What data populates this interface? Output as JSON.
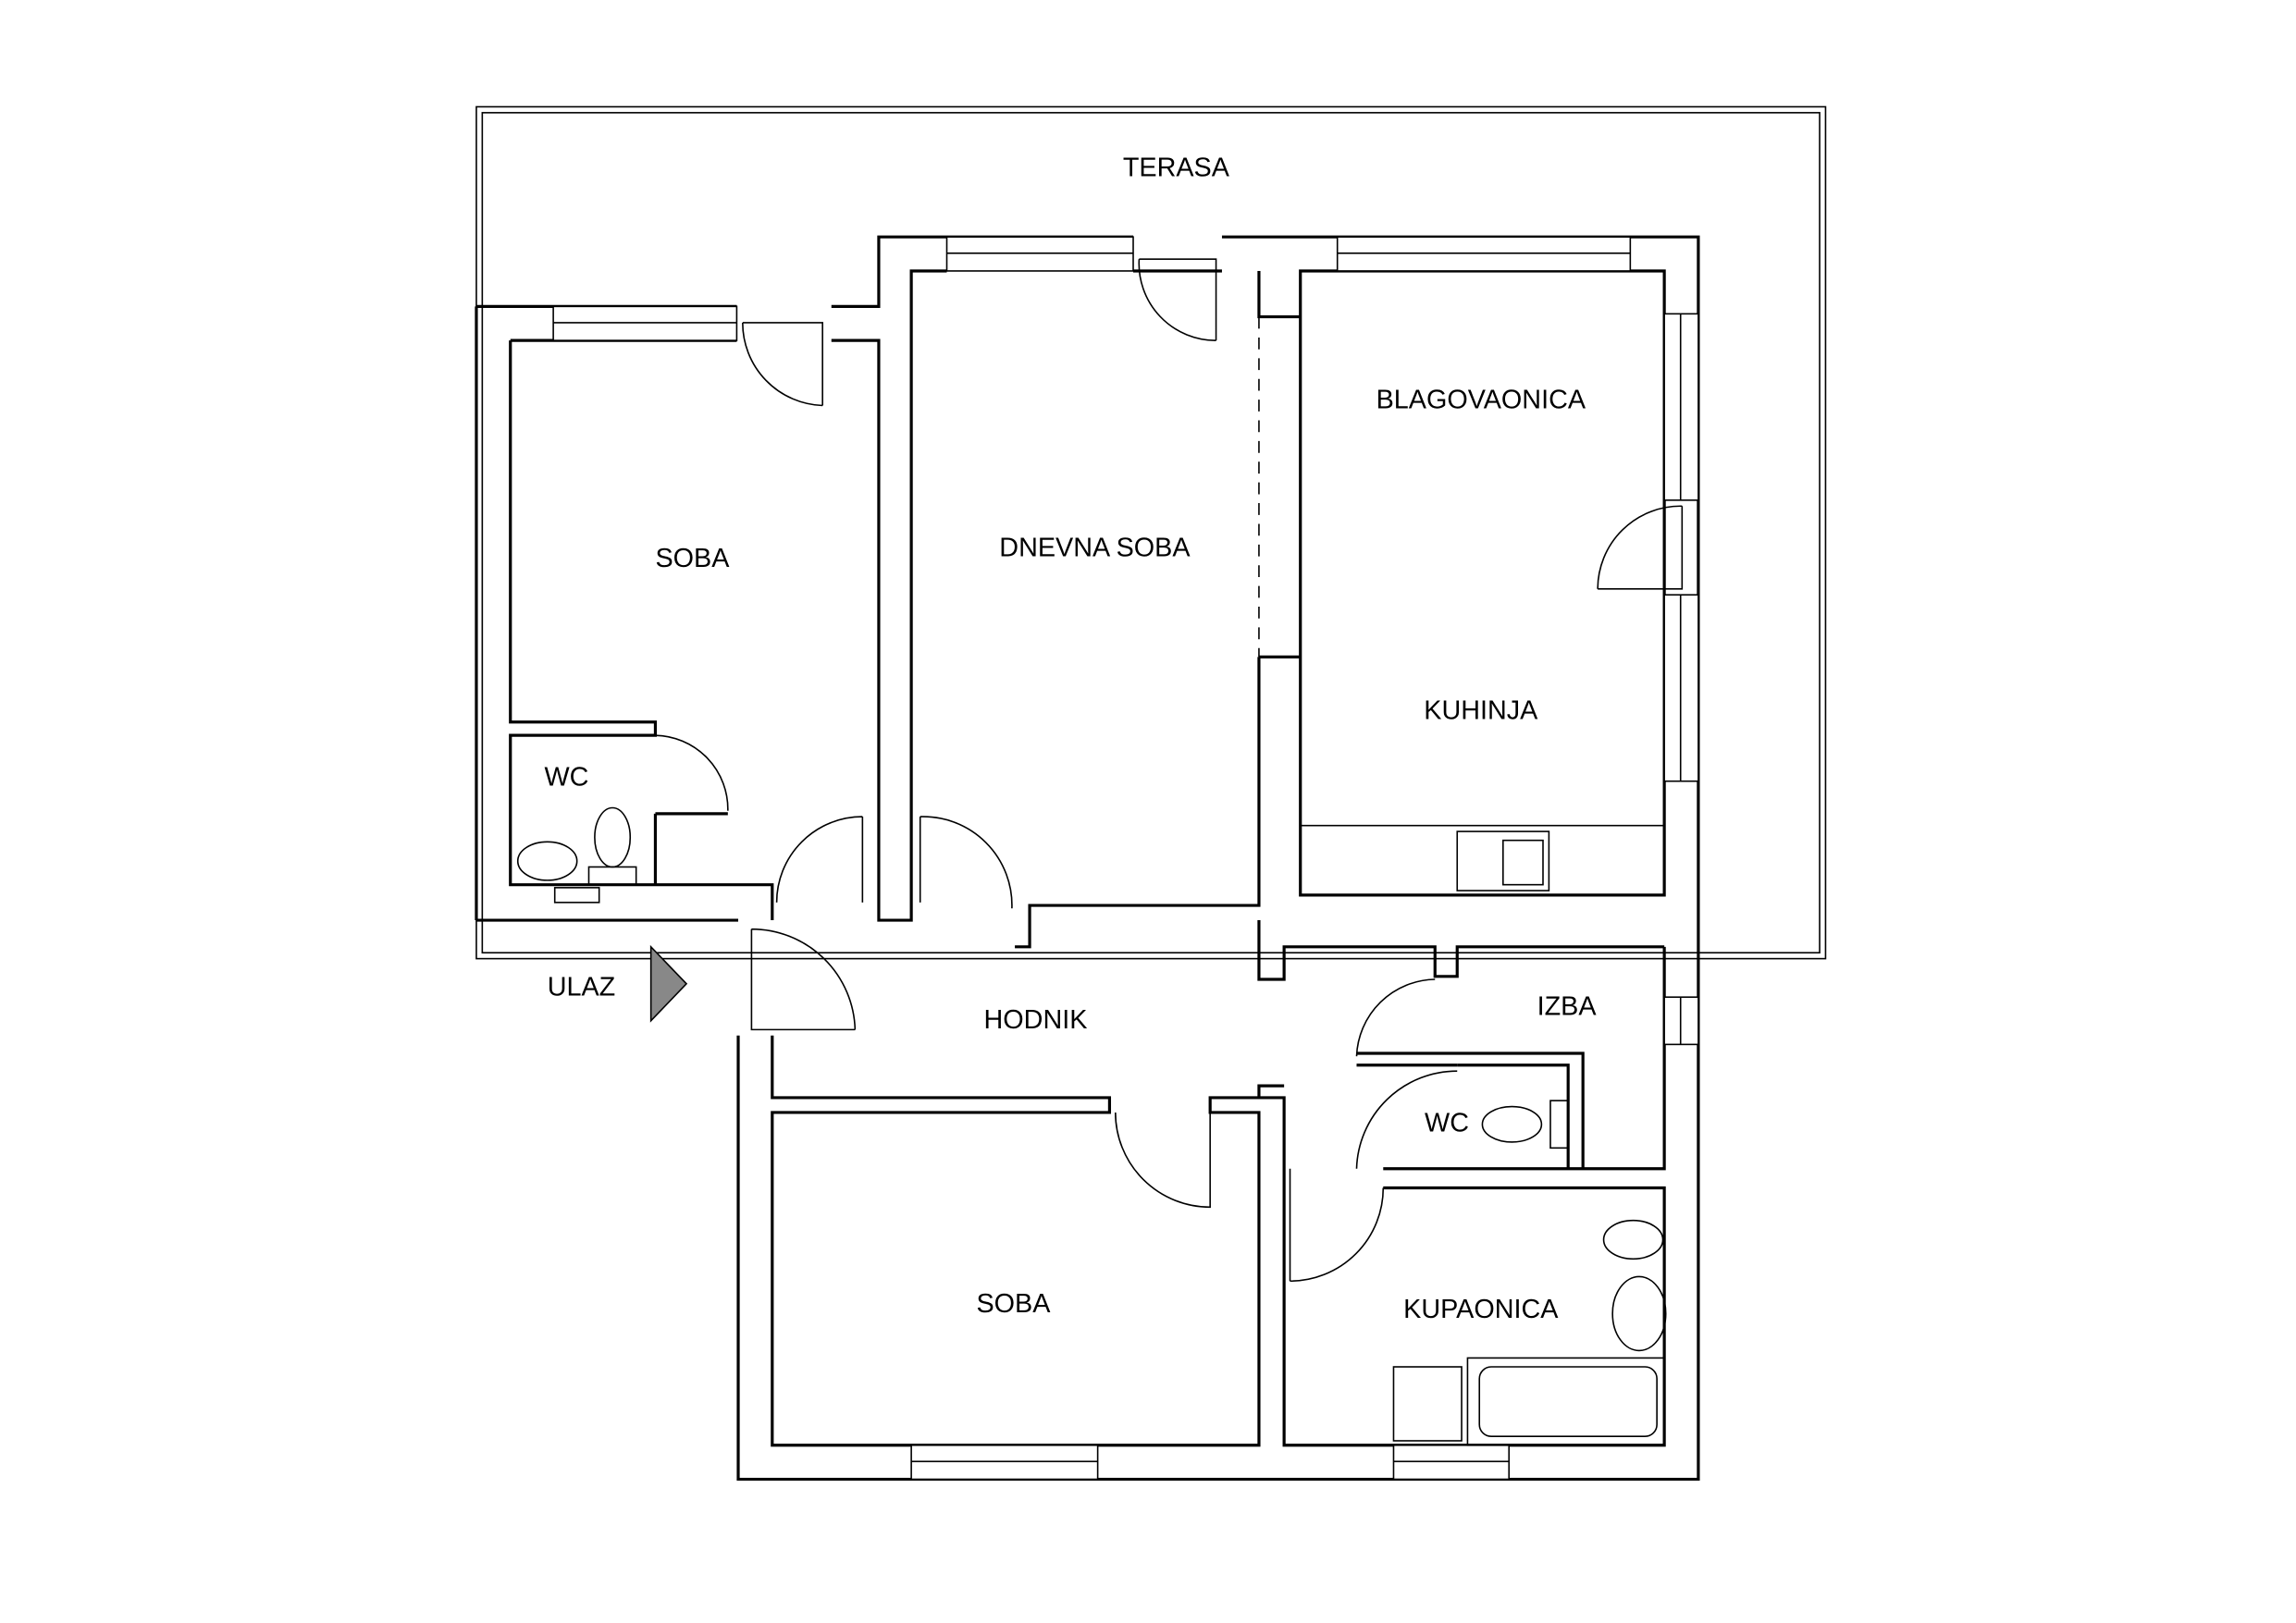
{
  "plan": {
    "rooms": {
      "terasa": "TERASA",
      "soba_top": "SOBA",
      "dnevna_soba": "DNEVNA SOBA",
      "blagovaonica": "BLAGOVAONICA",
      "kuhinja": "KUHINJA",
      "wc_left": "WC",
      "hodnik": "HODNIK",
      "izba": "IZBA",
      "wc_right": "WC",
      "kupaonica": "KUPAONICA",
      "soba_bottom": "SOBA"
    },
    "entrance": "ULAZ",
    "colors": {
      "line": "#000000",
      "arrow": "#888888",
      "background": "#ffffff"
    }
  }
}
